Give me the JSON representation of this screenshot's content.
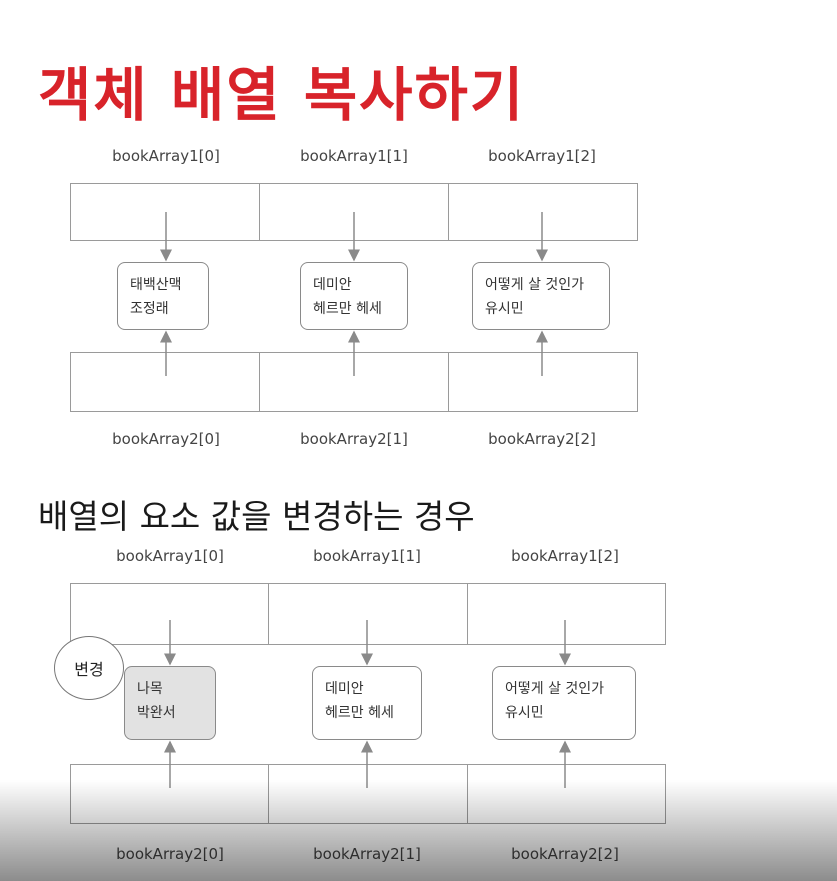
{
  "title": "객체 배열 복사하기",
  "subtitle": "배열의 요소 값을 변경하는 경우",
  "diagram1": {
    "top_labels": [
      "bookArray1[0]",
      "bookArray1[1]",
      "bookArray1[2]"
    ],
    "bottom_labels": [
      "bookArray2[0]",
      "bookArray2[1]",
      "bookArray2[2]"
    ],
    "books": [
      {
        "line1": "태백산맥",
        "line2": "조정래"
      },
      {
        "line1": "데미안",
        "line2": "헤르만 헤세"
      },
      {
        "line1": "어떻게 살 것인가",
        "line2": "유시민"
      }
    ]
  },
  "diagram2": {
    "top_labels": [
      "bookArray1[0]",
      "bookArray1[1]",
      "bookArray1[2]"
    ],
    "bottom_labels": [
      "bookArray2[0]",
      "bookArray2[1]",
      "bookArray2[2]"
    ],
    "books": [
      {
        "line1": "나목",
        "line2": "박완서"
      },
      {
        "line1": "데미안",
        "line2": "헤르만 헤세"
      },
      {
        "line1": "어떻게 살 것인가",
        "line2": "유시민"
      }
    ],
    "changed_callout": "변경"
  }
}
